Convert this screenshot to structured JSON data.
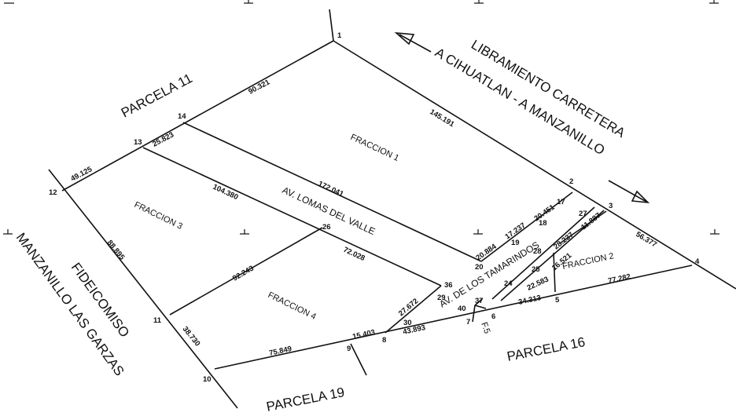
{
  "labels": {
    "parcela_11": "PARCELA 11",
    "parcela_16": "PARCELA 16",
    "parcela_19": "PARCELA 19",
    "libramiento_1": "LIBRAMIENTO CARRETERA",
    "libramiento_2": "A CIHUATLAN - A MANZANILLO",
    "fideicomiso_1": "FIDEICOMISO",
    "fideicomiso_2": "MANZANILLO LAS GARZAS",
    "av_lomas": "AV. LOMAS DEL VALLE",
    "av_tamarindos": "AV. DE LOS TAMARINDOS",
    "fraccion_1": "FRACCION 1",
    "fraccion_2": "FRACCION 2",
    "fraccion_3": "FRACCION 3",
    "fraccion_4": "FRACCION 4",
    "f5": "F.5"
  },
  "dimensions": {
    "d_90_321": "90.321",
    "d_145_191": "145.191",
    "d_25_823": "25.823",
    "d_172_041": "172.041",
    "d_49_125": "49.125",
    "d_104_380": "104.380",
    "d_88_895": "88.895",
    "d_72_028": "72.028",
    "d_92_243": "92.243",
    "d_38_730": "38.730",
    "d_75_849": "75.849",
    "d_15_403": "15.403",
    "d_43_893": "43.893",
    "d_27_672": "27.672",
    "d_34_313": "34.313",
    "d_77_282": "77.282",
    "d_56_377": "56.377",
    "d_20_884": "20.884",
    "d_17_237": "17.237",
    "d_20_451": "20.451",
    "d_28_237": "28.237",
    "d_11_887": "11.887",
    "d_16_521": "16.521",
    "d_22_583": "22.583"
  },
  "points": {
    "p1": "1",
    "p2": "2",
    "p3": "3",
    "p4": "4",
    "p5": "5",
    "p6": "6",
    "p7": "7",
    "p8": "8",
    "p9": "9",
    "p10": "10",
    "p11": "11",
    "p12": "12",
    "p13": "13",
    "p14": "14",
    "p17": "17",
    "p18": "18",
    "p19": "19",
    "p20": "20",
    "p24": "24",
    "p25": "25",
    "p26": "26",
    "p27": "27",
    "p28": "28",
    "p29": "29",
    "p30": "30",
    "p36": "36",
    "p37": "37",
    "p40": "40"
  }
}
